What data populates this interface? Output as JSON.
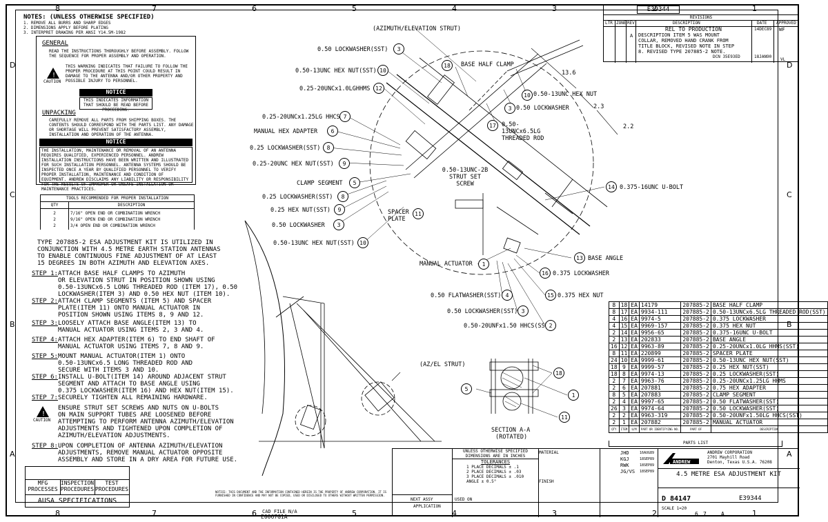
{
  "border": {
    "top_zones": [
      "8",
      "7",
      "6",
      "5",
      "4",
      "3",
      "2",
      "1"
    ],
    "bottom_zones": [
      "8",
      "7",
      "6",
      "5",
      "4",
      "3",
      "2",
      "1"
    ],
    "side_zones": [
      "D",
      "C",
      "B",
      "A"
    ]
  },
  "notes": {
    "title": "NOTES: (UNLESS OTHERWISE SPECIFIED)",
    "lines": [
      "1. REMOVE ALL BURRS AND SHARP EDGES",
      "2. DIMENSIONS APPLY BEFORE PLATING",
      "3. INTERPRET DRAWING PER ANSI Y14.5M-1982"
    ]
  },
  "general": {
    "title": "GENERAL",
    "text": "READ THE INSTRUCTIONS THOROUGHLY BEFORE ASSEMBLY. FOLLOW THE SEQUENCE FOR PROPER ASSEMBLY AND OPERATION.",
    "caution_label": "CAUTION",
    "caution_text": "THIS WARNING INDICATES THAT FAILURE TO FOLLOW THE PROPER PROCEDURE AT THIS POINT COULD RESULT IN DAMAGE TO THE ANTENNA AND/OR OTHER PROPERTY AND POSSIBLE INJURY TO PERSONNEL.",
    "notice_label": "NOTICE",
    "notice_text": "THIS INDICATES INFORMATION THAT SHOULD BE READ BEFORE PROCEEDING."
  },
  "unpacking": {
    "title": "UNPACKING",
    "text": "CAREFULLY REMOVE ALL PARTS FROM SHIPPING BOXES. THE CONTENTS SHOULD CORRESPOND WITH THE PARTS LIST. ANY DAMAGE OR SHORTAGE WILL PREVENT SATISFACTORY ASSEMBLY, INSTALLATION AND OPERATION OF THE ANTENNA."
  },
  "notice2": {
    "label": "NOTICE",
    "text": "THE INSTALLATION, MAINTENANCE OR REMOVAL OF AN ANTENNA REQUIRES QUALIFIED, EXPERIENCED PERSONNEL. ANDREW INSTALLATION INSTRUCTIONS HAVE BEEN WRITTEN AND ILLUSTRATED FOR SUCH INSTALLATION PERSONNEL. ANTENNA SYSTEMS SHOULD BE INSPECTED ONCE A YEAR BY QUALIFIED PERSONNEL TO VERIFY PROPER INSTALLATION, MAINTENANCE AND CONDITION OF EQUIPMENT. ANDREW DISCLAIMS ANY LIABILITY OR RESPONSIBILITY FOR THE RESULTS OF IMPROPER OR UNSAFE INSTALLATION OR MAINTENANCE PRACTICES."
  },
  "tools": {
    "title": "TOOLS RECOMMENDED FOR PROPER INSTALLATION",
    "headers": [
      "QTY",
      "DESCRIPTION"
    ],
    "rows": [
      [
        "2",
        "7/16\" OPEN END OR COMBINATION WRENCH"
      ],
      [
        "2",
        "9/16\" OPEN END OR COMBINATION WRENCH"
      ],
      [
        "2",
        "3/4 OPEN END OR COMBINATION WRENCH"
      ]
    ]
  },
  "intro": "TYPE 207885-2 ESA ADJUSTMENT KIT IS UTILIZED IN CONJUNCTION WITH 4.5 METRE EARTH STATION ANTENNAS TO ENABLE CONTINUOUS FINE ADJUSTMENT OF AT LEAST 15 DEGREES IN BOTH AZIMUTH AND ELEVATION AXES.",
  "steps": [
    {
      "label": "STEP 1:",
      "lines": [
        "ATTACH BASE HALF CLAMPS TO AZIMUTH",
        "OR ELEVATION STRUT IN POSITION SHOWN USING",
        "0.50-13UNCx6.5 LONG THREADED ROD (ITEM 17), 0.50",
        "LOCKWASHER(ITEM 3) AND 0.50 HEX NUT (ITEM 10)."
      ]
    },
    {
      "label": "STEP 2:",
      "lines": [
        "ATTACH CLAMP SEGMENTS (ITEM 5) AND SPACER",
        "PLATE(ITEM 11) ONTO MANUAL ACTUATOR IN",
        "POSITION SHOWN USING ITEMS 8, 9 AND 12."
      ]
    },
    {
      "label": "STEP 3:",
      "lines": [
        "LOOSELY ATTACH BASE ANGLE(ITEM 13) TO",
        "MANUAL ACTUATOR USING ITEMS 2, 3 AND 4."
      ]
    },
    {
      "label": "STEP 4:",
      "lines": [
        "ATTACH HEX ADAPTER(ITEM 6) TO END SHAFT OF",
        "MANUAL ACTUATOR USING ITEMS 7, 8 AND 9."
      ]
    },
    {
      "label": "STEP 5:",
      "lines": [
        "MOUNT MANUAL ACTUATOR(ITEM 1) ONTO",
        "0.50-13UNCx6.5 LONG THREADED ROD AND",
        "SECURE WITH ITEMS 3 AND 10."
      ]
    },
    {
      "label": "STEP 6:",
      "lines": [
        "INSTALL U-BOLT(ITEM 14) AROUND ADJACENT STRUT",
        "SEGMENT AND ATTACH TO BASE ANGLE USING",
        "0.375 LOCKWASHER(ITEM 16) AND HEX NUT(ITEM 15)."
      ]
    },
    {
      "label": "STEP 7:",
      "lines": [
        "SECURELY TIGHTEN ALL REMAINING HARDWARE."
      ]
    },
    {
      "label": "",
      "lines": [
        "ENSURE STRUT SET SCREWS AND NUTS ON U-BOLTS",
        "ON MAIN SUPPORT TUBES ARE LOOSENED BEFORE",
        "ATTEMPTING TO PERFORM ANTENNA AZIMUTH/ELEVATION",
        "ADJUSTMENTS AND TIGHTENED UPON COMPLETION OF",
        "AZIMUTH/ELEVATION ADJUSTMENTS."
      ]
    },
    {
      "label": "STEP 8:",
      "lines": [
        "UPON COMPLETION OF ANTENNA AZIMUTH/ELEVATION",
        "ADJUSTMENTS, REMOVE MANUAL ACTUATOR OPPOSITE",
        "ASSEMBLY AND STORE IN A DRY AREA FOR FUTURE USE."
      ]
    }
  ],
  "caution_step7": "CAUTION",
  "specs": {
    "headers": [
      "MFG PROCESSES",
      "INSPECTION PROCEDURES",
      "TEST PROCEDURES"
    ],
    "title": "AUSA SPECIFICATIONS"
  },
  "callouts": {
    "strut": "(AZIMUTH/ELEVATION STRUT)",
    "left": [
      {
        "text": "0.50 LOCKWASHER(SST)",
        "n": "3"
      },
      {
        "text": "0.50-13UNC HEX NUT(SST)",
        "n": "10"
      },
      {
        "text": "0.25-20UNCx1.0LGHHMS",
        "n": "12"
      },
      {
        "text": "0.25-20UNCx1.25LG HHCS",
        "n": "7"
      },
      {
        "text": "MANUAL HEX ADAPTER",
        "n": "6"
      },
      {
        "text": "0.25 LOCKWASHER(SST)",
        "n": "8"
      },
      {
        "text": "0.25-20UNC HEX NUT(SST)",
        "n": "9"
      },
      {
        "text": "CLAMP SEGMENT",
        "n": "5"
      },
      {
        "text": "0.25 LOCKWASHER(SST)",
        "n": "8"
      },
      {
        "text": "0.25 HEX NUT(SST)",
        "n": "9"
      },
      {
        "text": "0.50 LOCKWASHER",
        "n": "3"
      },
      {
        "text": "0.50-13UNC HEX NUT(SST)",
        "n": "10"
      }
    ],
    "base_half_clamp": "BASE HALF CLAMP",
    "base_half_clamp_n": "18",
    "hex_nut_right": "0.50-13UNC HEX NUT",
    "hex_nut_right_n": "10",
    "lockwasher_right": "0.50 LOCKWASHER",
    "lockwasher_right_n": "3",
    "threaded_rod": "0.50-13UNCx6.5LG THREADED ROD",
    "threaded_rod_n": "17",
    "set_screw": "0.50-13UNC-2B STRUT SET SCREW",
    "spacer_plate": "SPACER PLATE",
    "spacer_plate_n": "11",
    "ubolt": "0.375-16UNC U-BOLT",
    "ubolt_n": "14",
    "manual_actuator": "MANUAL ACTUATOR",
    "manual_actuator_n": "1",
    "base_angle": "BASE ANGLE",
    "base_angle_n": "13",
    "lockwasher_375": "0.375 LOCKWASHER",
    "lockwasher_375_n": "16",
    "hexnut_375": "0.375 HEX NUT",
    "hexnut_375_n": "15",
    "flatwasher": "0.50 FLATWASHER(SST)",
    "flatwasher_n": "4",
    "lockwasher_sst": "0.50 LOCKWASHER(SST)",
    "lockwasher_sst_n": "3",
    "hhcs": "0.50-20UNFx1.50 HHCS(SST)",
    "hhcs_n": "2",
    "dim1": "13.6",
    "dim2": "2.3",
    "dim3": "2.2",
    "azel": "(AZ/EL STRUT)",
    "section": "SECTION A-A",
    "rotated": "(ROTATED)",
    "sec_5": "5",
    "sec_18": "18",
    "sec_1": "1",
    "sec_11": "11"
  },
  "revisions": {
    "title_no": "E39344",
    "header": "REVISIONS",
    "cols": [
      "LTR",
      "ZONE",
      "REV",
      "DESCRIPTION",
      "DATE",
      "APPROVED"
    ],
    "row1": {
      "desc": "REL TO PRODUCTION",
      "date": "14DEC89",
      "appr": "WF"
    },
    "row2": {
      "rev": "A",
      "desc": [
        "DESCRIPTION ITEM 5 WAS MOUNT",
        "COLLAR, REMOVED HAND CRANK FROM",
        "TITLE BLOCK, REVISED NOTE IN STEP",
        "8. REVISED TYPE 207885-2 NOTE."
      ],
      "dcn": "DCN 35E93ED",
      "date": "18JAN90",
      "appr": "VL"
    }
  },
  "parts": {
    "rows": [
      [
        "8",
        "18",
        "EA",
        "14179",
        "207885-2",
        "BASE HALF CLAMP"
      ],
      [
        "8",
        "17",
        "EA",
        "9934-111",
        "207885-2",
        "0.50-13UNCx6.5LG THREADED ROD(SST)"
      ],
      [
        "4",
        "16",
        "EA",
        "9974-5",
        "207885-2",
        "0.375 LOCKWASHER"
      ],
      [
        "4",
        "15",
        "EA",
        "9969-157",
        "207885-2",
        "0.375 HEX NUT"
      ],
      [
        "2",
        "14",
        "EA",
        "9956-65",
        "207885-2",
        "0.375-16UNC U-BOLT"
      ],
      [
        "2",
        "13",
        "EA",
        "202833",
        "207885-2",
        "BASE ANGLE"
      ],
      [
        "16",
        "12",
        "EA",
        "9963-89",
        "207885-2",
        "0.25-20UNCx1.0LG HHMS(SST)"
      ],
      [
        "8",
        "11",
        "EA",
        "220899",
        "207885-2",
        "SPACER PLATE"
      ],
      [
        "24",
        "10",
        "EA",
        "9999-61",
        "207885-2",
        "0.50-13UNC HEX NUT(SST)"
      ],
      [
        "18",
        "9",
        "EA",
        "9999-57",
        "207885-2",
        "0.25 HEX NUT(SST)"
      ],
      [
        "18",
        "8",
        "EA",
        "9974-13",
        "207885-2",
        "0.25 LOCKWASHER(SST)"
      ],
      [
        "2",
        "7",
        "EA",
        "9963-76",
        "207885-2",
        "0.25-20UNCx1.25LG HHMS"
      ],
      [
        "2",
        "6",
        "EA",
        "207881",
        "207885-2",
        "0.75 HEX ADAPTER"
      ],
      [
        "8",
        "5",
        "EA",
        "207883",
        "207885-2",
        "CLAMP SEGMENT"
      ],
      [
        "2",
        "4",
        "EA",
        "9997-65",
        "207885-2",
        "0.50 FLATWASHER(SST)"
      ],
      [
        "26",
        "3",
        "EA",
        "9974-64",
        "207885-2",
        "0.50 LOCKWASHER(SST)"
      ],
      [
        "2",
        "2",
        "EA",
        "9963-319",
        "207885-2",
        "0.50-20UNFx1.50LG HHCS(SST)"
      ],
      [
        "2",
        "1",
        "EA",
        "207882",
        "207885-2",
        "MANUAL ACTUATOR"
      ]
    ],
    "header": [
      "QTY",
      "ITEM",
      "U/M",
      "PART OR IDENTIFYING NO.",
      "PART OF",
      "DESCRIPTION"
    ],
    "title": "PARTS LIST"
  },
  "titleblock": {
    "tolerances_hdr": "UNLESS OTHERWISE SPECIFIED DIMENSIONS ARE IN INCHES",
    "tolerances": "TOLERANCES",
    "tol_lines": [
      "1 PLACE DECIMALS ± .1",
      "2 PLACE DECIMALS ± .03",
      "3 PLACE DECIMALS ± .010",
      "ANGLE ± 0.5°"
    ],
    "material": "MATERIAL",
    "finish": "FINISH",
    "next_assy": "NEXT ASSY",
    "used_on": "USED ON",
    "application": "APPLICATION",
    "names": [
      [
        "JHD",
        "16AUG89"
      ],
      [
        "KGJ",
        "18SEP89"
      ],
      [
        "RWK",
        "18SEP89"
      ],
      [
        "JG/VS",
        "18SEP89"
      ]
    ],
    "company": "ANDREW CORPORATION",
    "addr": [
      "2701 Mayhill Road",
      "Denton, Texas  U.S.A. 76208"
    ],
    "logo": "ANDREW",
    "title": "4.5 METRE ESA ADJUSTMENT KIT",
    "size": "D",
    "code": "84147",
    "dwg": "E39344",
    "scale": "SCALE 1=20",
    "sheet": "6",
    "of": "7",
    "rev": "A",
    "cad_file": "CAD FILE N/A",
    "cad_no": "E0067G1A",
    "proprietary": "NOTICE: THIS DOCUMENT AND THE INFORMATION CONTAINED HEREIN IS THE PROPERTY OF ANDREW CORPORATION. IT IS FURNISHED IN CONFIDENCE AND MAY NOT BE COPIED, USED OR DISCLOSED TO OTHERS WITHOUT WRITTEN PERMISSION."
  }
}
